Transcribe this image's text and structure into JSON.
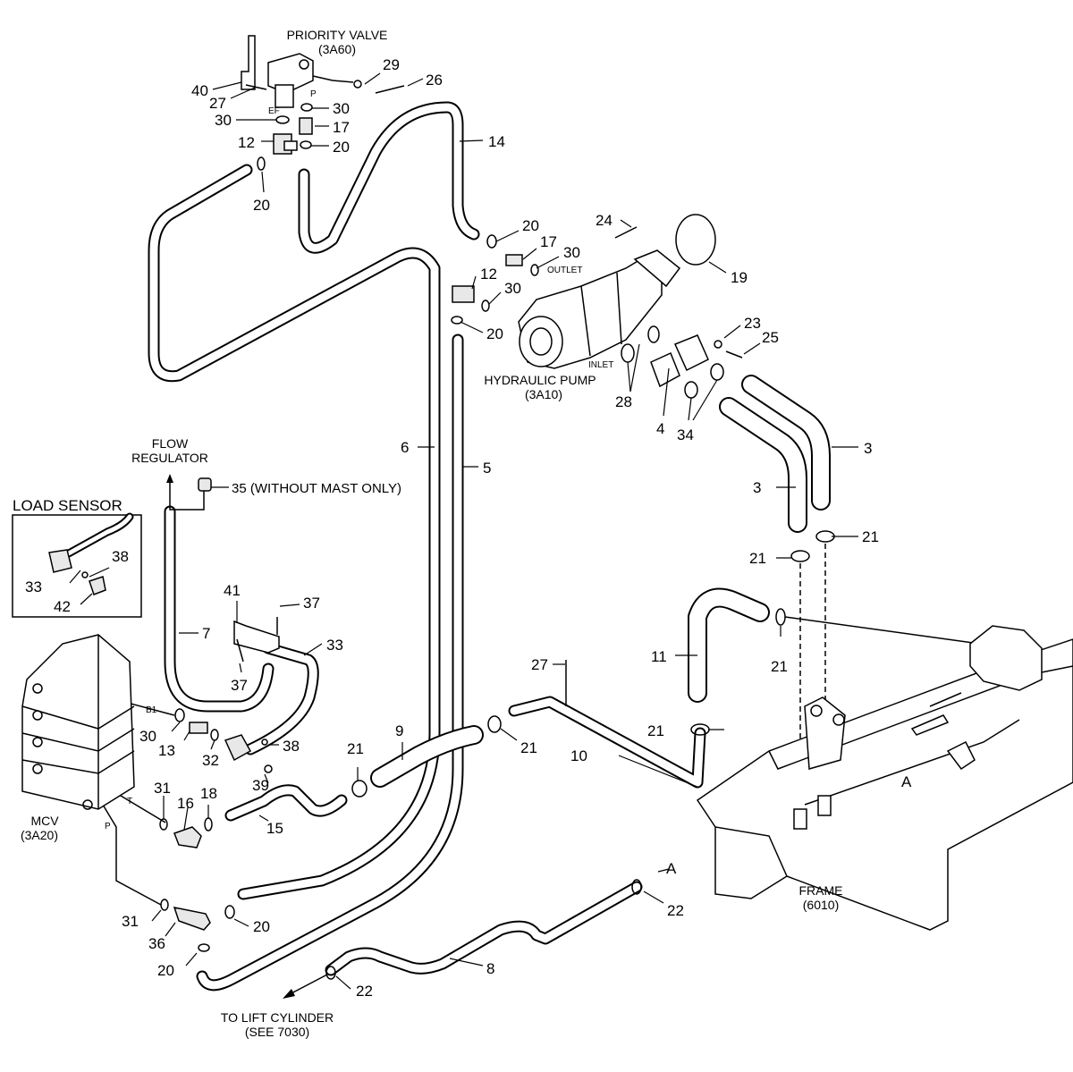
{
  "captions": {
    "priority_valve": "PRIORITY VALVE",
    "priority_valve_code": "(3A60)",
    "hydraulic_pump": "HYDRAULIC PUMP",
    "hydraulic_pump_code": "(3A10)",
    "flow_regulator_1": "FLOW",
    "flow_regulator_2": "REGULATOR",
    "load_sensor": "LOAD SENSOR",
    "mcv": "MCV",
    "mcv_code": "(3A20)",
    "frame": "FRAME",
    "frame_code": "(6010)",
    "to_lift_cylinder": "TO LIFT CYLINDER",
    "see_7030": "(SEE 7030)",
    "outlet": "OUTLET",
    "inlet": "INLET",
    "port_ef": "EF",
    "port_p": "P",
    "port_b1": "B1",
    "port_t": "T",
    "port_p_mcv": "P",
    "view_a": "A",
    "view_a2": "A"
  },
  "callouts": [
    {
      "id": "c40",
      "text": "40"
    },
    {
      "id": "c27a",
      "text": "27"
    },
    {
      "id": "c29",
      "text": "29"
    },
    {
      "id": "c26",
      "text": "26"
    },
    {
      "id": "c30a",
      "text": "30"
    },
    {
      "id": "c30b",
      "text": "30"
    },
    {
      "id": "c17a",
      "text": "17"
    },
    {
      "id": "c12a",
      "text": "12"
    },
    {
      "id": "c20a",
      "text": "20"
    },
    {
      "id": "c20b",
      "text": "20"
    },
    {
      "id": "c14",
      "text": "14"
    },
    {
      "id": "c20c",
      "text": "20"
    },
    {
      "id": "c17b",
      "text": "17"
    },
    {
      "id": "c30c",
      "text": "30"
    },
    {
      "id": "c24",
      "text": "24"
    },
    {
      "id": "c19",
      "text": "19"
    },
    {
      "id": "c12b",
      "text": "12"
    },
    {
      "id": "c30d",
      "text": "30"
    },
    {
      "id": "c20d",
      "text": "20"
    },
    {
      "id": "c23",
      "text": "23"
    },
    {
      "id": "c25",
      "text": "25"
    },
    {
      "id": "c28",
      "text": "28"
    },
    {
      "id": "c4",
      "text": "4"
    },
    {
      "id": "c34",
      "text": "34"
    },
    {
      "id": "c3a",
      "text": "3"
    },
    {
      "id": "c3b",
      "text": "3"
    },
    {
      "id": "c6",
      "text": "6"
    },
    {
      "id": "c5",
      "text": "5"
    },
    {
      "id": "c35",
      "text": "35 (WITHOUT MAST ONLY)"
    },
    {
      "id": "c21a",
      "text": "21"
    },
    {
      "id": "c21b",
      "text": "21"
    },
    {
      "id": "c33a",
      "text": "33"
    },
    {
      "id": "c38a",
      "text": "38"
    },
    {
      "id": "c42",
      "text": "42"
    },
    {
      "id": "c41",
      "text": "41"
    },
    {
      "id": "c37a",
      "text": "37"
    },
    {
      "id": "c7",
      "text": "7"
    },
    {
      "id": "c33b",
      "text": "33"
    },
    {
      "id": "c37b",
      "text": "37"
    },
    {
      "id": "c11",
      "text": "11"
    },
    {
      "id": "c21c",
      "text": "21"
    },
    {
      "id": "c27b",
      "text": "27"
    },
    {
      "id": "c30e",
      "text": "30"
    },
    {
      "id": "c13",
      "text": "13"
    },
    {
      "id": "c32",
      "text": "32"
    },
    {
      "id": "c38b",
      "text": "38"
    },
    {
      "id": "c9",
      "text": "9"
    },
    {
      "id": "c21d",
      "text": "21"
    },
    {
      "id": "c21e",
      "text": "21"
    },
    {
      "id": "c21f",
      "text": "21"
    },
    {
      "id": "c10",
      "text": "10"
    },
    {
      "id": "c39",
      "text": "39"
    },
    {
      "id": "c31a",
      "text": "31"
    },
    {
      "id": "c16",
      "text": "16"
    },
    {
      "id": "c18",
      "text": "18"
    },
    {
      "id": "c15",
      "text": "15"
    },
    {
      "id": "c31b",
      "text": "31"
    },
    {
      "id": "c36",
      "text": "36"
    },
    {
      "id": "c20e",
      "text": "20"
    },
    {
      "id": "c20f",
      "text": "20"
    },
    {
      "id": "c22a",
      "text": "22"
    },
    {
      "id": "c8",
      "text": "8"
    },
    {
      "id": "c22b",
      "text": "22"
    }
  ]
}
